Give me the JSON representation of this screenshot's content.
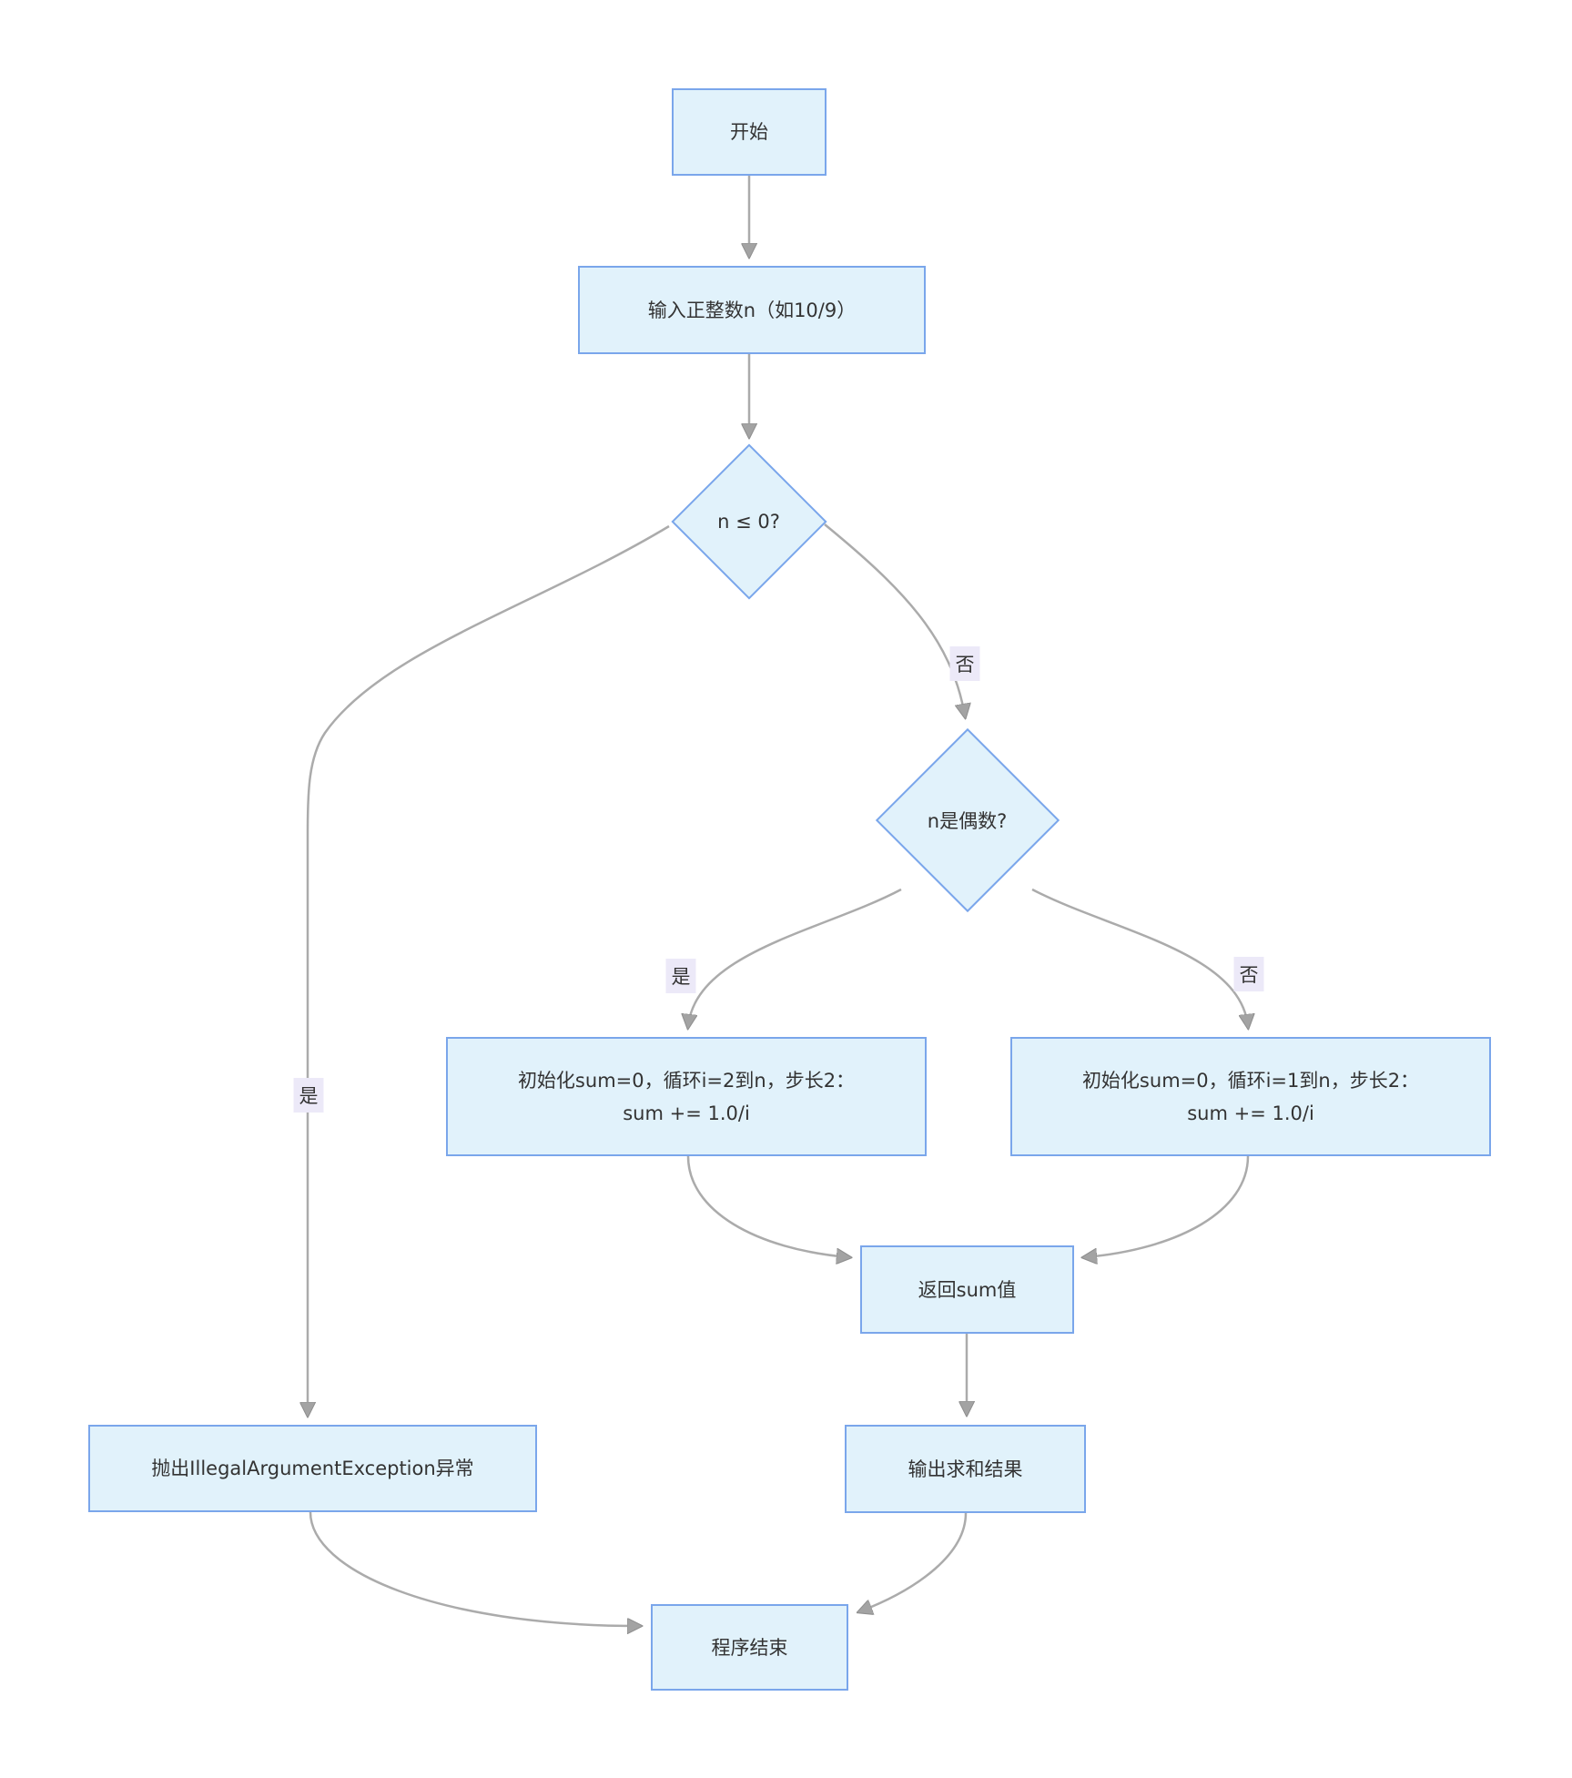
{
  "diagram": {
    "type": "flowchart",
    "direction": "top-down",
    "colors": {
      "bg": "#ffffff",
      "node-fill": "#e1f2fb",
      "node-border": "#7aa6eb",
      "edge-color": "#ababab",
      "arrow-fill": "#a3a3a3",
      "label-bg": "#ece9f8",
      "text-color": "#333333"
    },
    "nodes": {
      "start": {
        "label": "开始"
      },
      "input": {
        "label": "输入正整数n（如10/9）"
      },
      "check_nonpositive": {
        "label": "n ≤ 0?"
      },
      "check_even": {
        "label": "n是偶数?"
      },
      "even_loop": {
        "line1": "初始化sum=0，循环i=2到n，步长2：",
        "line2": "sum += 1.0/i"
      },
      "odd_loop": {
        "line1": "初始化sum=0，循环i=1到n，步长2：",
        "line2": "sum += 1.0/i"
      },
      "return_sum": {
        "label": "返回sum值"
      },
      "throw_exception": {
        "label": "抛出IllegalArgumentException异常"
      },
      "output_result": {
        "label": "输出求和结果"
      },
      "end": {
        "label": "程序结束"
      }
    },
    "edge_labels": {
      "nonpositive_no": "否",
      "nonpositive_yes": "是",
      "even_yes": "是",
      "even_no": "否"
    }
  }
}
